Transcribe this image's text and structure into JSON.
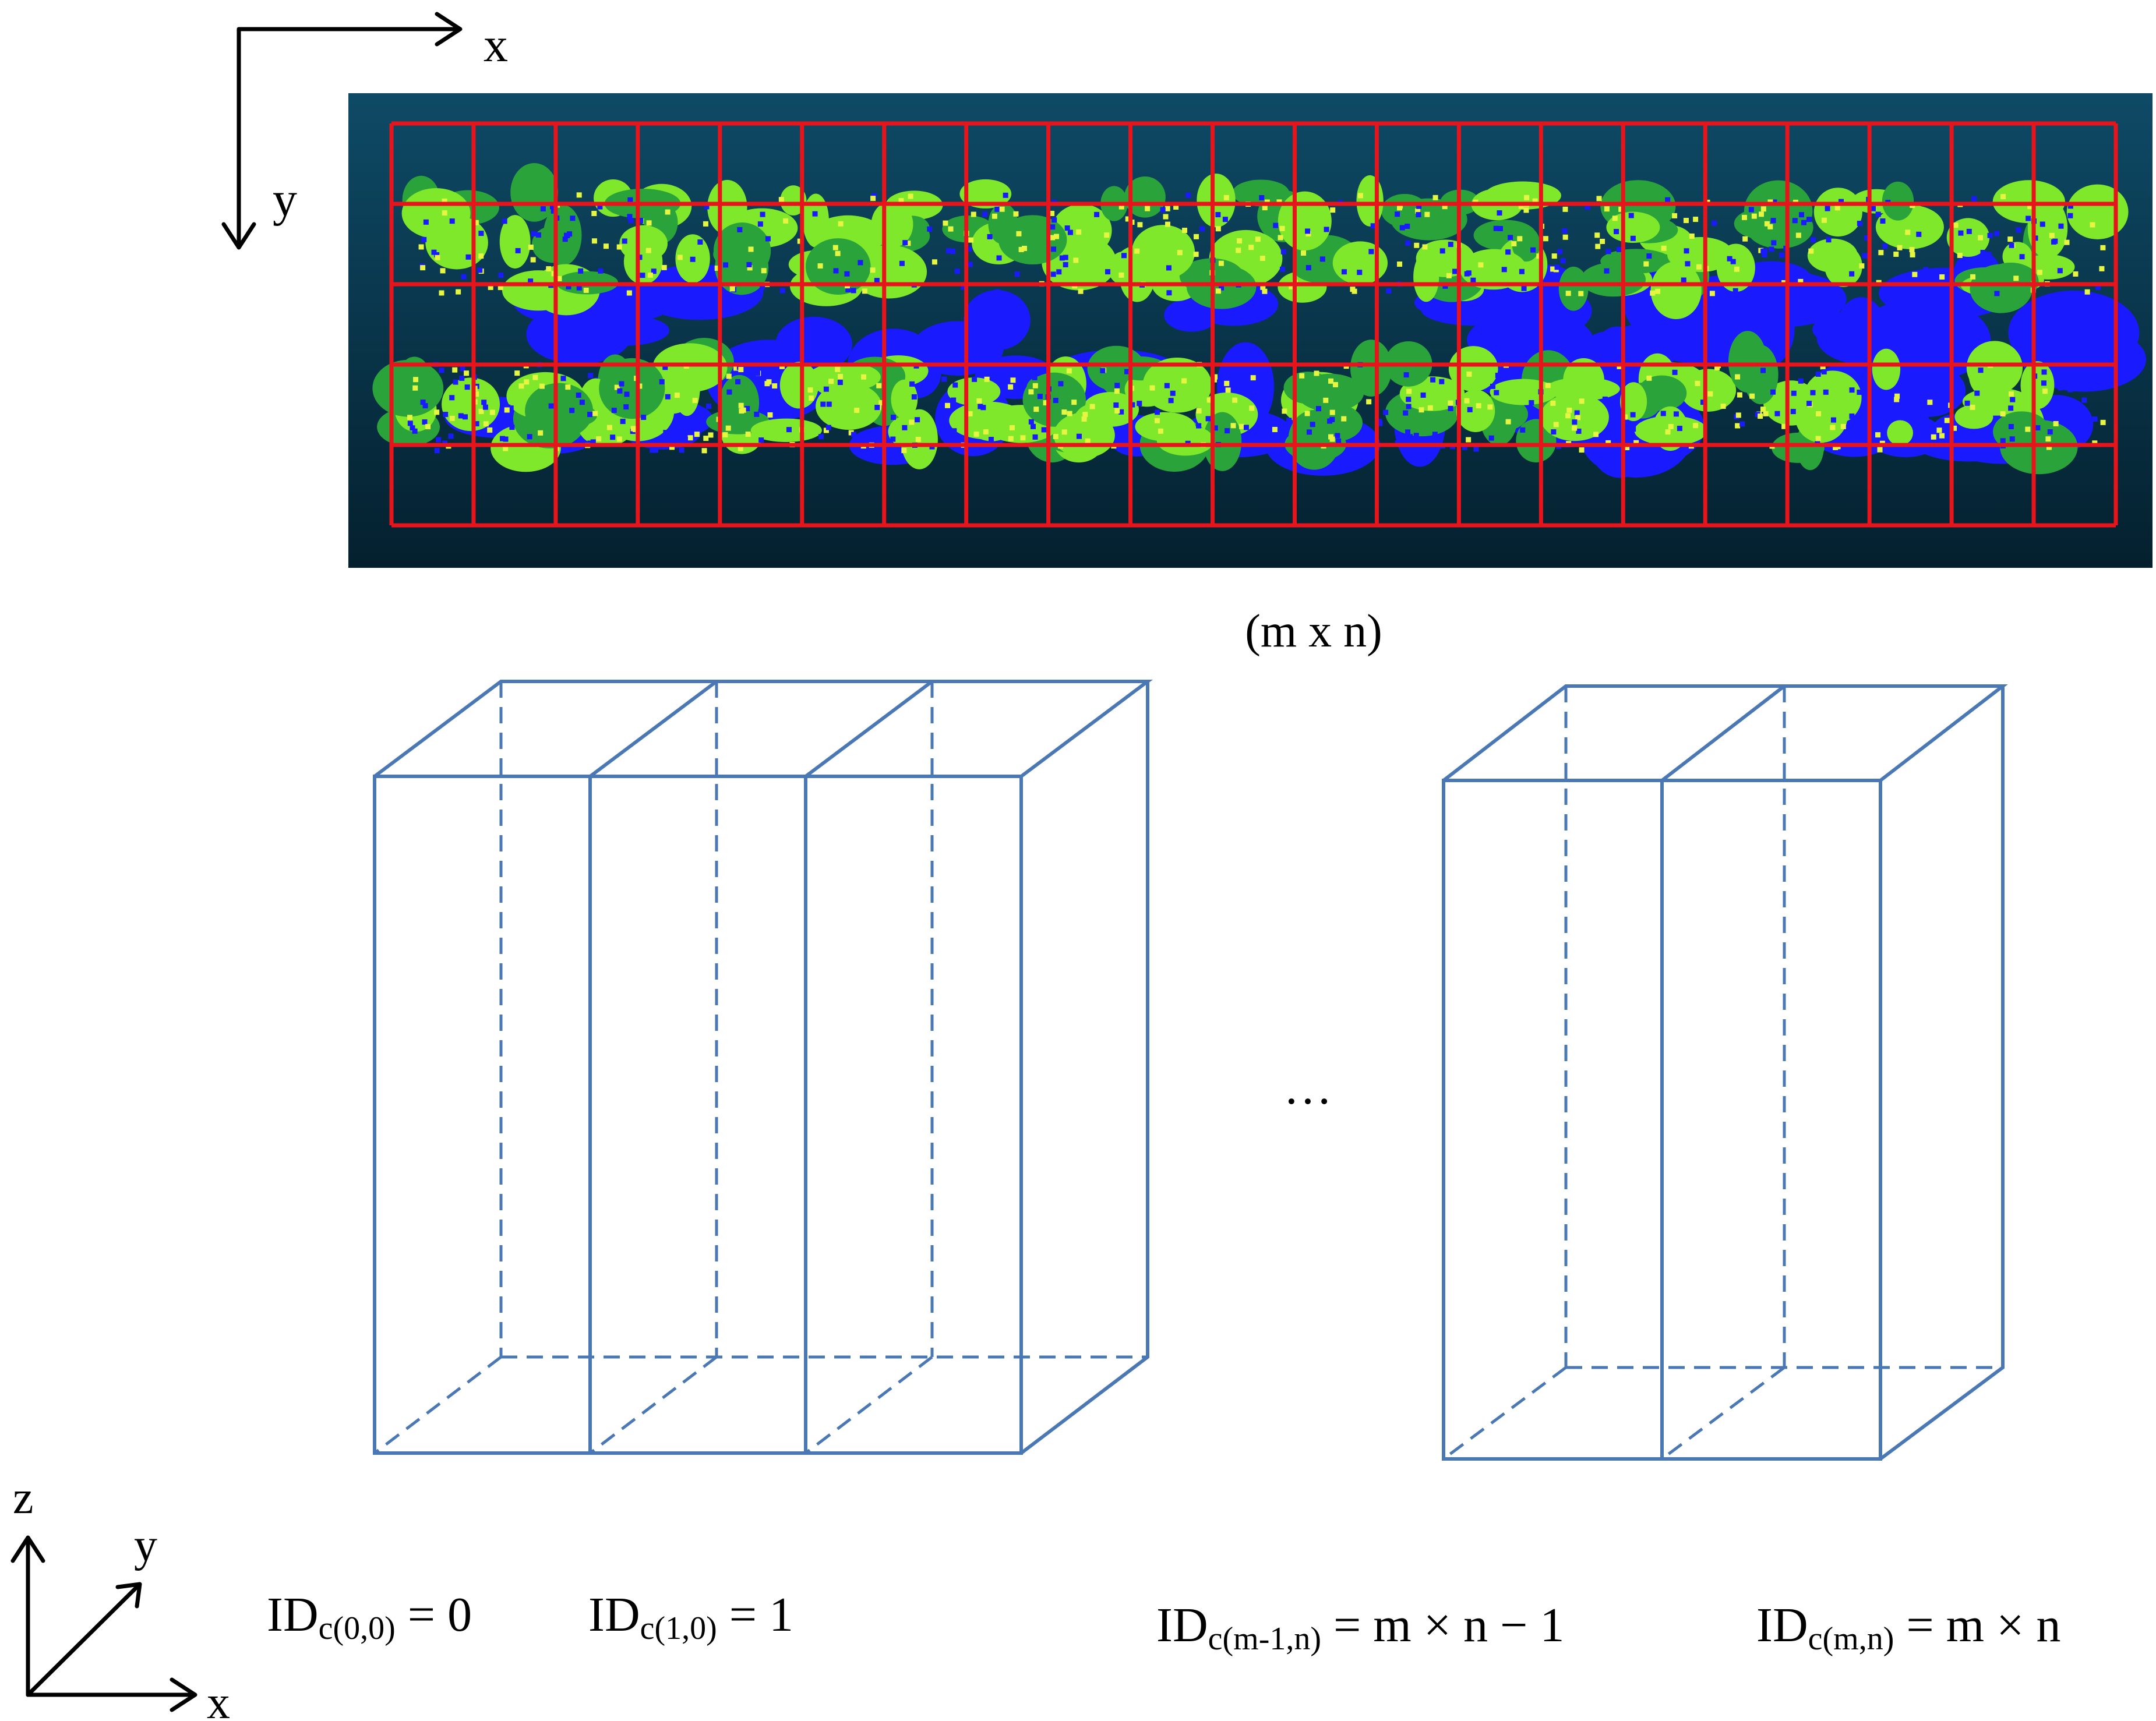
{
  "top_axes": {
    "x_label": "x",
    "y_label": "y"
  },
  "grid": {
    "columns": 21,
    "rows": 5,
    "caption": "(m x n)",
    "colors": {
      "background_top": "#0e4a66",
      "background_bottom": "#04202e",
      "grid": "#e8141b",
      "ground": "#1a1aff",
      "canopy": "#7fe82a",
      "canopy_dark": "#2aa33a"
    }
  },
  "boxes": {
    "color": "#4a78b5",
    "ellipsis": "…"
  },
  "bottom_axes": {
    "z_label": "z",
    "y_label": "y",
    "x_label": "x"
  },
  "ids": [
    {
      "base": "ID",
      "sub": "c(0,0)",
      "rhs": " = 0"
    },
    {
      "base": "ID",
      "sub": "c(1,0)",
      "rhs": " = 1"
    },
    {
      "base": "ID",
      "sub": "c(m-1,n)",
      "rhs": " = m × n − 1"
    },
    {
      "base": "ID",
      "sub": "c(m,n)",
      "rhs": " = m × n"
    }
  ]
}
